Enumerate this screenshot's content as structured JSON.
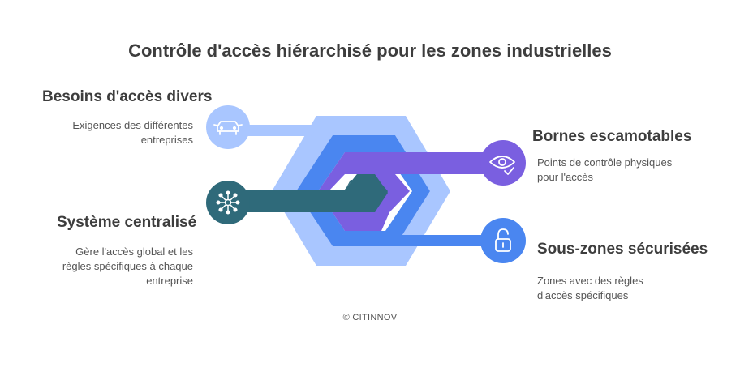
{
  "title": "Contrôle d'accès hiérarchisé pour les zones industrielles",
  "items": [
    {
      "heading": "Besoins d'accès divers",
      "description_lines": [
        "Exigences des différentes",
        "entreprises"
      ],
      "icon": "car-icon",
      "color": "#a9c6ff"
    },
    {
      "heading": "Système centralisé",
      "description_lines": [
        "Gère l'accès global et les",
        "règles spécifiques à chaque",
        "entreprise"
      ],
      "icon": "network-hub-icon",
      "color": "#2f6a7a"
    },
    {
      "heading": "Bornes escamotables",
      "description_lines": [
        "Points de contrôle physiques",
        "pour l'accès"
      ],
      "icon": "eye-check-icon",
      "color": "#7a5fe0"
    },
    {
      "heading": "Sous-zones sécurisées",
      "description_lines": [
        "Zones avec des règles",
        "d'accès spécifiques"
      ],
      "icon": "padlock-icon",
      "color": "#4a86f0"
    }
  ],
  "footer": "© CITINNOV"
}
